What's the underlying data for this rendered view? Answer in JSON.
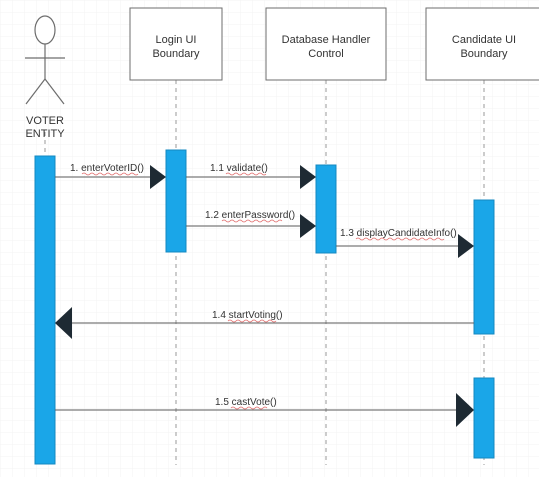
{
  "colors": {
    "activation": "#1aa6e8",
    "activation_border": "#1488c0",
    "box_fill": "#ffffff",
    "box_border": "#6d6d6d",
    "lifeline": "#9a9a9a",
    "arrow": "#5a5a5a",
    "arrowhead": "#1e2a33",
    "squiggle": "#e06a6a",
    "text": "#333333",
    "grid": "#f3f3f3"
  },
  "participants": [
    {
      "id": "voter",
      "kind": "actor",
      "label_lines": [
        "VOTER",
        "ENTITY"
      ]
    },
    {
      "id": "login",
      "kind": "boundary",
      "label_lines": [
        "Login UI",
        "Boundary"
      ]
    },
    {
      "id": "db",
      "kind": "control",
      "label_lines": [
        "Database Handler",
        "Control"
      ]
    },
    {
      "id": "candidate",
      "kind": "boundary",
      "label_lines": [
        "Candidate UI",
        "Boundary"
      ]
    }
  ],
  "messages": [
    {
      "id": "m1",
      "label": "1. enterVoterID()",
      "from": "voter",
      "to": "login"
    },
    {
      "id": "m2",
      "label": "1.1 validate()",
      "from": "login",
      "to": "db"
    },
    {
      "id": "m3",
      "label": "1.2 enterPassword()",
      "from": "login",
      "to": "db"
    },
    {
      "id": "m4",
      "label": "1.3 displayCandidateInfo()",
      "from": "db",
      "to": "candidate"
    },
    {
      "id": "m5",
      "label": "1.4 startVoting()",
      "from": "candidate",
      "to": "voter"
    },
    {
      "id": "m6",
      "label": "1.5 castVote()",
      "from": "voter",
      "to": "candidate"
    }
  ]
}
